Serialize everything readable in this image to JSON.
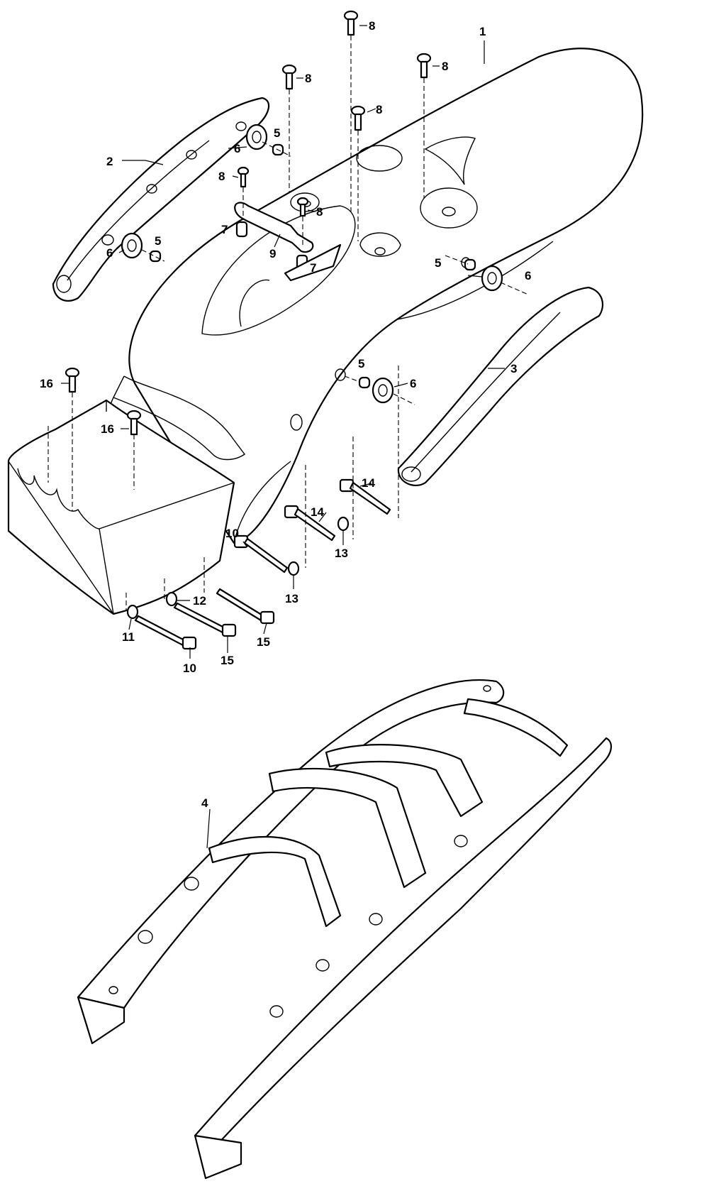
{
  "callouts": {
    "c1": "1",
    "c2": "2",
    "c3": "3",
    "c4": "4",
    "c5a": "5",
    "c5b": "5",
    "c5c": "5",
    "c5d": "5",
    "c6a": "6",
    "c6b": "6",
    "c6c": "6",
    "c6d": "6",
    "c7a": "7",
    "c7b": "7",
    "c8a": "8",
    "c8b": "8",
    "c8c": "8",
    "c8d": "8",
    "c8e": "8",
    "c8f": "8",
    "c9": "9",
    "c10a": "10",
    "c10b": "10",
    "c11": "11",
    "c12": "12",
    "c13a": "13",
    "c13b": "13",
    "c14a": "14",
    "c14b": "14",
    "c15a": "15",
    "c15b": "15",
    "c16a": "16",
    "c16b": "16"
  }
}
